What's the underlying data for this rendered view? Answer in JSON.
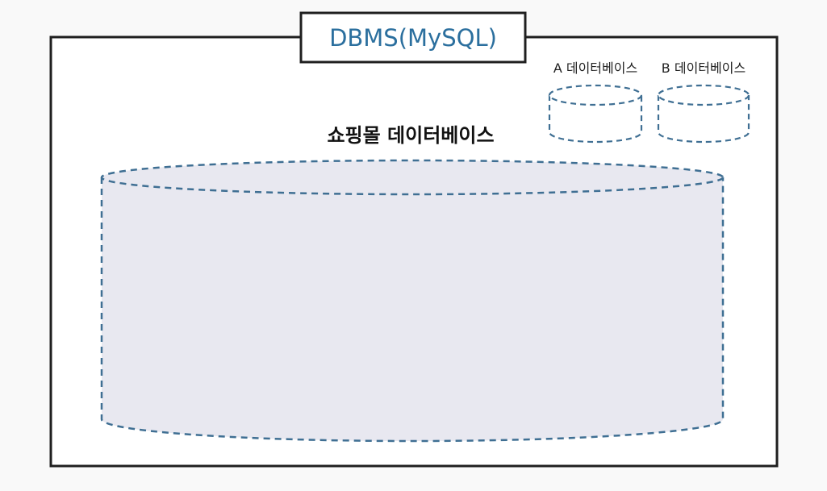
{
  "dbms": {
    "title": "DBMS(MySQL)"
  },
  "databases": {
    "main": {
      "label": "쇼핑몰 데이터베이스"
    },
    "a": {
      "label": "A 데이터베이스"
    },
    "b": {
      "label": "B 데이터베이스"
    }
  },
  "colors": {
    "frame": "#1f1f1f",
    "title_text": "#2b6f9e",
    "dashed_outline": "#3f6f93",
    "main_fill": "#e8e8f0",
    "background": "#f9f9f9"
  }
}
